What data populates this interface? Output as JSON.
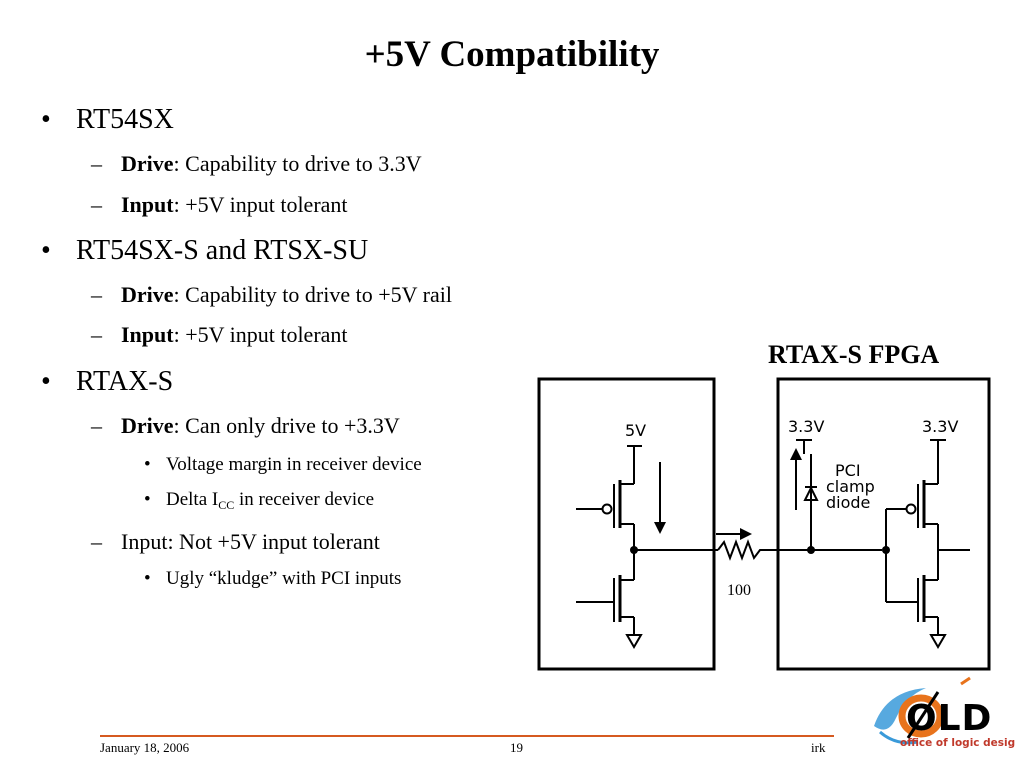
{
  "slide": {
    "title": "+5V Compatibility"
  },
  "bullets": {
    "rt54sx": {
      "label": "RT54SX",
      "drive_term": "Drive",
      "drive_text": ": Capability to drive to 3.3V",
      "input_term": "Input",
      "input_text": ": +5V input tolerant"
    },
    "rt54sx_s": {
      "label": "RT54SX-S and RTSX-SU",
      "drive_term": "Drive",
      "drive_text": ": Capability to drive to +5V rail",
      "input_term": "Input",
      "input_text": ": +5V input tolerant"
    },
    "rtax_s": {
      "label": "RTAX-S",
      "drive_term": "Drive",
      "drive_text": ": Can only drive to +3.3V",
      "sub1": "Voltage margin in receiver device",
      "sub2_pre": "Delta I",
      "sub2_sub": "CC",
      "sub2_post": " in receiver device",
      "input_line": "Input: Not +5V input tolerant",
      "sub3": "Ugly “kludge” with PCI inputs"
    },
    "bullet_char": "•",
    "dash_char": "–"
  },
  "diagram": {
    "fpga_label": "RTAX-S FPGA",
    "left_supply": "5V",
    "clamp_supply": "3.3V",
    "right_supply": "3.3V",
    "clamp_label_1": "PCI",
    "clamp_label_2": "clamp",
    "clamp_label_3": "diode",
    "resistor_value": "100"
  },
  "footer": {
    "date": "January 18, 2006",
    "page": "19",
    "author": "irk"
  },
  "logo": {
    "letters": "OLD",
    "tagline": "office of logic design",
    "icon": "old-logo-icon"
  },
  "colors": {
    "footer_rule": "#d65a20",
    "diagram_line": "#000000",
    "logo_orange": "#e8731c",
    "logo_blue": "#3a9ad9"
  }
}
